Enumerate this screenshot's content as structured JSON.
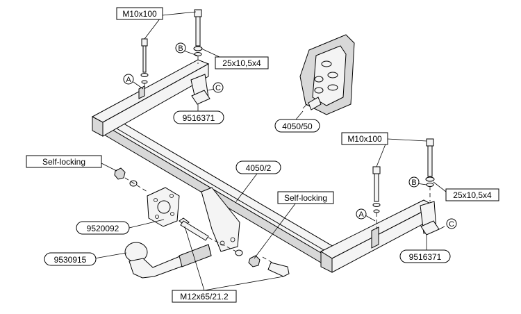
{
  "labels": {
    "bolt_top_left": "M10x100",
    "washer_top_left": "25x10,5x4",
    "plate_left": "9516371",
    "insert": "4050/50",
    "bolt_right": "M10x100",
    "washer_right": "25x10,5x4",
    "plate_right": "9516371",
    "frame": "4050/2",
    "selflocking_left": "Self-locking",
    "selflocking_right": "Self-locking",
    "socket_plate": "9520092",
    "ball": "9530915",
    "bolt_bottom": "M12x65/21.2"
  },
  "markers": {
    "a_left": "A",
    "b_left": "B",
    "c_left": "C",
    "a_right": "A",
    "b_right": "B",
    "c_right": "C"
  }
}
